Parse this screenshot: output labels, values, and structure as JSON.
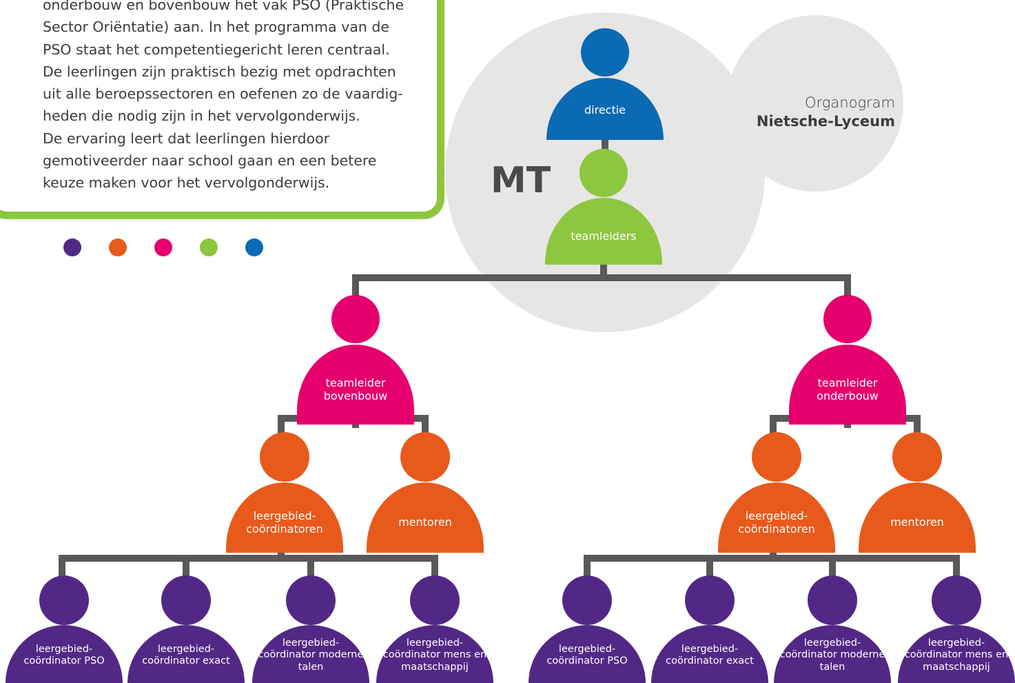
{
  "intro": {
    "lines": [
      "onderbouw en bovenbouw het vak PSO (Praktische",
      "Sector Oriëntatie) aan. In het programma van de",
      "PSO staat het competentiegericht leren centraal.",
      "De leerlingen zijn praktisch bezig met opdrachten",
      "uit alle beroepssectoren en oefenen zo de vaardig-",
      "heden die nodig zijn in het vervolgonderwijs.",
      "De ervaring leert dat leerlingen hierdoor",
      "gemotiveerder naar school gaan en een betere",
      "keuze maken voor het vervolgonderwijs."
    ]
  },
  "dots": [
    "#522886",
    "#e85a1b",
    "#e5006d",
    "#8dc63f",
    "#0b6ab4"
  ],
  "mt_label": "MT",
  "title": {
    "line1": "Organogram",
    "line2": "Nietsche-Lyceum"
  },
  "colors": {
    "directie": "#0b6ab4",
    "teamleiders": "#8dc63f",
    "teamleider": "#e5006d",
    "coordinatoren": "#e85a1b",
    "leergebied": "#522886",
    "connector": "#595959",
    "circle": "#e6e6e6",
    "frame": "#8dc63f"
  },
  "nodes": {
    "directie": "directie",
    "teamleiders": "teamleiders",
    "bovenbouw": "teamleider bovenbouw",
    "onderbouw": "teamleider onderbouw",
    "coord_left": "leergebied-coördinatoren",
    "mentor_left": "mentoren",
    "coord_right": "leergebied-coördinatoren",
    "mentor_right": "mentoren",
    "lg": [
      "leergebied-coördinator PSO",
      "leergebied-coördinator exact",
      "leergebied-coördinator moderne talen",
      "leergebied-coördinator mens en maatschappij",
      "leergebied-coördinator PSO",
      "leergebied-coördinator exact",
      "leergebied-coördinator moderne talen",
      "leergebied-coördinator mens en maatschappij"
    ]
  }
}
